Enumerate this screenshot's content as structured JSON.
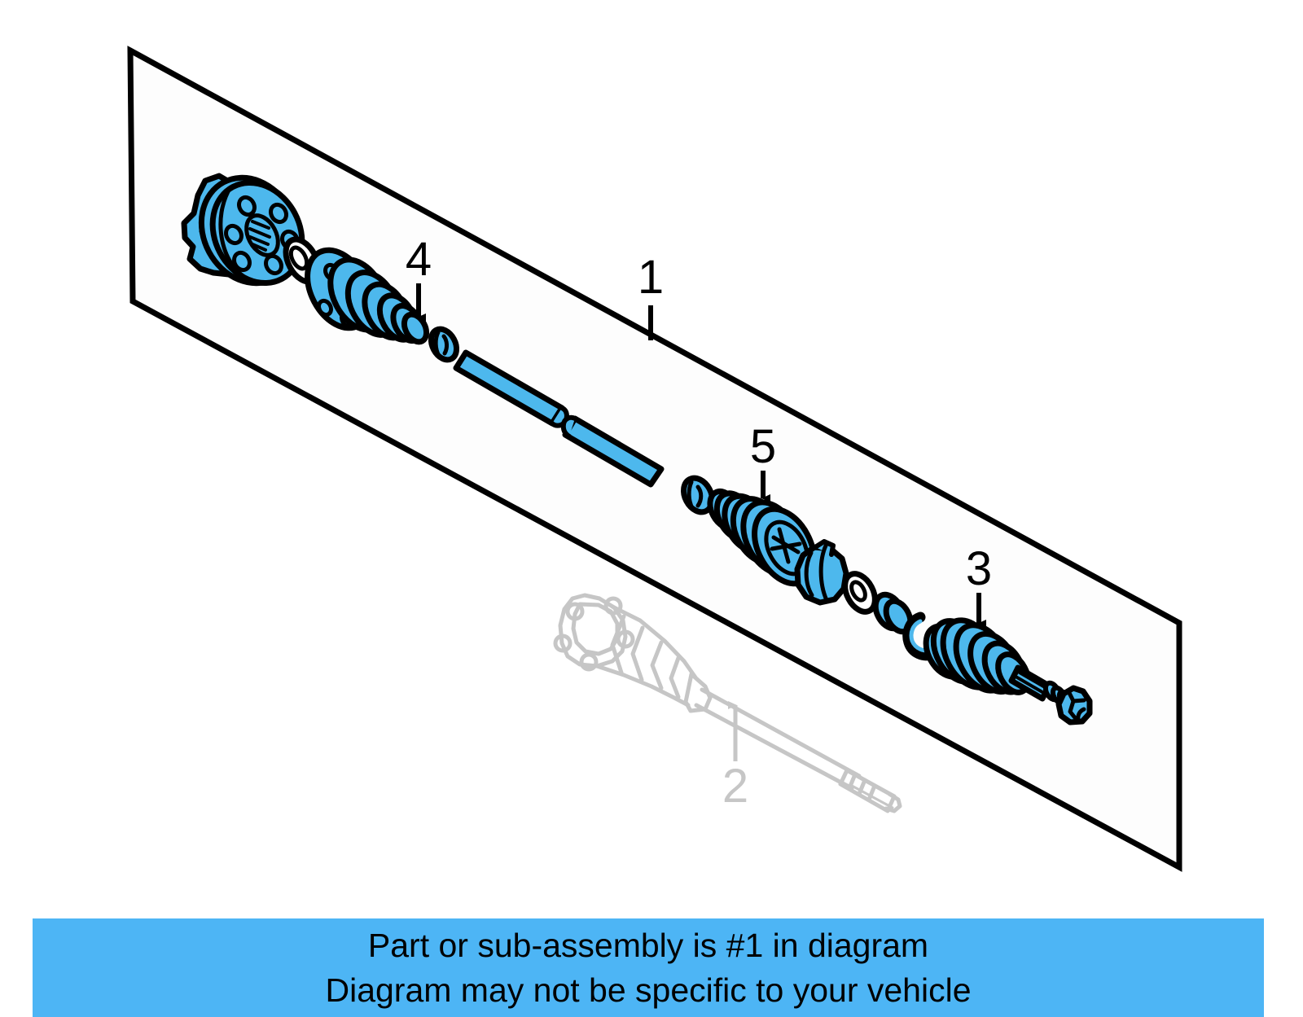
{
  "document": {
    "type": "exploded-parts-diagram",
    "subject": "Axle shaft / CV joint assembly"
  },
  "diagram": {
    "frame": {
      "shape": "parallelogram",
      "stroke_color": "#000000",
      "fill_color": "#fdfdfd"
    },
    "part_color": "#4db8ed",
    "part_outline_color": "#000000",
    "ghost_color": "#c6c6c6",
    "callouts": [
      {
        "id": "callout-1",
        "label": "1",
        "target": "axle-shaft-assembly-frame",
        "leader": "line",
        "arrow": false,
        "style": "solid-black"
      },
      {
        "id": "callout-2",
        "label": "2",
        "target": "ghost-axle-shaft",
        "leader": "arrow",
        "arrow": true,
        "direction": "up",
        "style": "ghost-gray"
      },
      {
        "id": "callout-3",
        "label": "3",
        "target": "outer-cv-joint-boot",
        "leader": "arrow",
        "arrow": true,
        "direction": "down",
        "style": "solid-black"
      },
      {
        "id": "callout-4",
        "label": "4",
        "target": "inner-cv-joint-boot",
        "leader": "arrow",
        "arrow": true,
        "direction": "down",
        "style": "solid-black"
      },
      {
        "id": "callout-5",
        "label": "5",
        "target": "intermediate-cv-boot",
        "leader": "arrow",
        "arrow": true,
        "direction": "down",
        "style": "solid-black"
      }
    ],
    "parts": [
      {
        "name": "cv-joint-gasket",
        "color": "#4db8ed"
      },
      {
        "name": "cv-joint-flange",
        "color": "#4db8ed",
        "bolt_holes": 6
      },
      {
        "name": "retaining-ring-washer",
        "color": "#ffffff"
      },
      {
        "name": "inner-cv-joint-boot",
        "color": "#4db8ed"
      },
      {
        "name": "boot-clamp-small",
        "color": "#4db8ed"
      },
      {
        "name": "axle-shaft-tube-upper",
        "color": "#4db8ed"
      },
      {
        "name": "axle-shaft-tube-lower",
        "color": "#4db8ed"
      },
      {
        "name": "boot-clamp-inner",
        "color": "#4db8ed"
      },
      {
        "name": "intermediate-cv-boot",
        "color": "#4db8ed"
      },
      {
        "name": "cv-joint-housing-cap",
        "color": "#4db8ed"
      },
      {
        "name": "thrust-washer",
        "color": "#ffffff"
      },
      {
        "name": "spacer-sleeve",
        "color": "#4db8ed"
      },
      {
        "name": "circlip",
        "color": "#4db8ed"
      },
      {
        "name": "outer-cv-joint-boot",
        "color": "#4db8ed"
      },
      {
        "name": "splined-stub-shaft",
        "color": "#4db8ed"
      },
      {
        "name": "shaft-end-nut",
        "color": "#4db8ed"
      }
    ]
  },
  "caption": {
    "line1": "Part or sub-assembly is #1 in diagram",
    "line2": "Diagram may not be specific to your vehicle",
    "background_color": "#4db5f5",
    "text_color": "#000000"
  }
}
